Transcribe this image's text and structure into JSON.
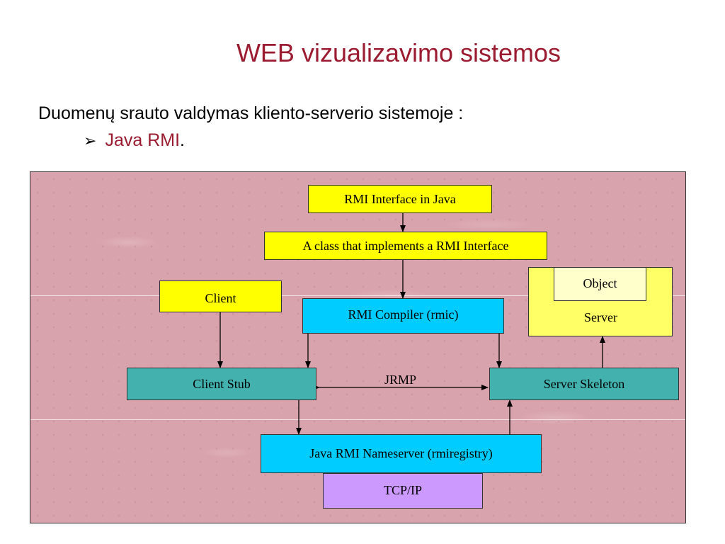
{
  "slide": {
    "title": "WEB vizualizavimo sistemos",
    "subtitle": "Duomenų srauto valdymas kliento-serverio sistemoje :",
    "bullet": {
      "icon": "arrow-bullet-icon",
      "text": "Java RMI",
      "suffix": "."
    }
  },
  "diagram": {
    "boxes": {
      "rmi_interface": "RMI Interface in Java",
      "class_implements": "A class that implements a RMI Interface",
      "client": "Client",
      "rmi_compiler": "RMI Compiler (rmic)",
      "object": "Object",
      "server": "Server",
      "client_stub": "Client Stub",
      "server_skeleton": "Server Skeleton",
      "nameserver": "Java RMI Nameserver (rmiregistry)",
      "tcpip": "TCP/IP"
    },
    "jrmp_label": "JRMP",
    "colors": {
      "title": "#9b1b30",
      "yellow": "#ffff00",
      "cyan": "#00ccff",
      "teal": "#43b2ae",
      "purple": "#cc99ff",
      "background": "#d9a3ad"
    }
  }
}
